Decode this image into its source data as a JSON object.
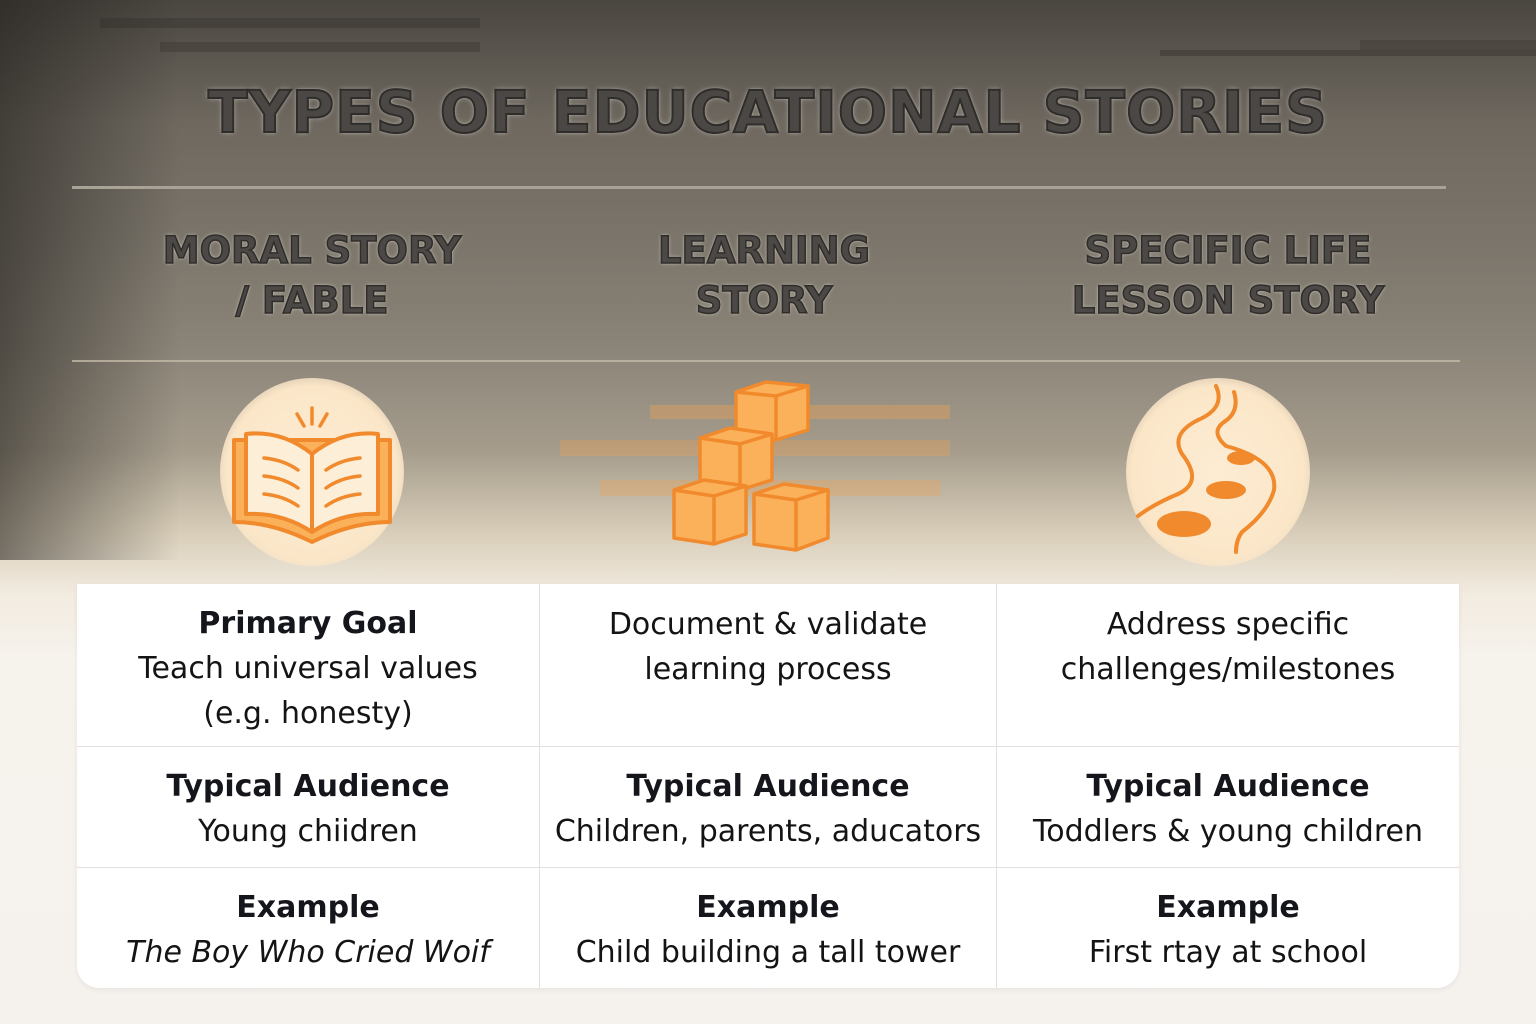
{
  "title": "TYPES OF EDUCATIONAL STORIES",
  "columns": [
    {
      "heading_line1": "MORAL STORY",
      "heading_line2": "/ FABLE",
      "icon": "open-book-icon",
      "rows": {
        "goal": {
          "label": "Primary Goal",
          "value_line1": "Teach universal  values",
          "value_line2": "(e.g. honesty)"
        },
        "audience": {
          "label": "Typical Audience",
          "value": "Young chiidren"
        },
        "example": {
          "label": "Example",
          "value": "The Boy Who Cried Woif"
        }
      }
    },
    {
      "heading_line1": "LEARNING",
      "heading_line2": "STORY",
      "icon": "stacked-blocks-icon",
      "rows": {
        "goal": {
          "label": "",
          "value_line1": "Document & validate",
          "value_line2": "learning process"
        },
        "audience": {
          "label": "Typical Audience",
          "value": "Children, parents, aducators"
        },
        "example": {
          "label": "Example",
          "value": "Child building a tall tower"
        }
      }
    },
    {
      "heading_line1": "SPECIFIC LIFE",
      "heading_line2": "LESSON STORY",
      "icon": "winding-path-icon",
      "rows": {
        "goal": {
          "label": "",
          "value_line1": "Address specific",
          "value_line2": "challenges/milestones"
        },
        "audience": {
          "label": "Typical Audience",
          "value": "Toddlers & young children"
        },
        "example": {
          "label": "Example",
          "value": "First rtay at school"
        }
      }
    }
  ],
  "colors": {
    "accent_orange": "#f08a2c",
    "icon_fill": "#fbb05a",
    "icon_circle": "#fde9cf",
    "heading_text": "#4a4744",
    "body_text": "#141414"
  }
}
